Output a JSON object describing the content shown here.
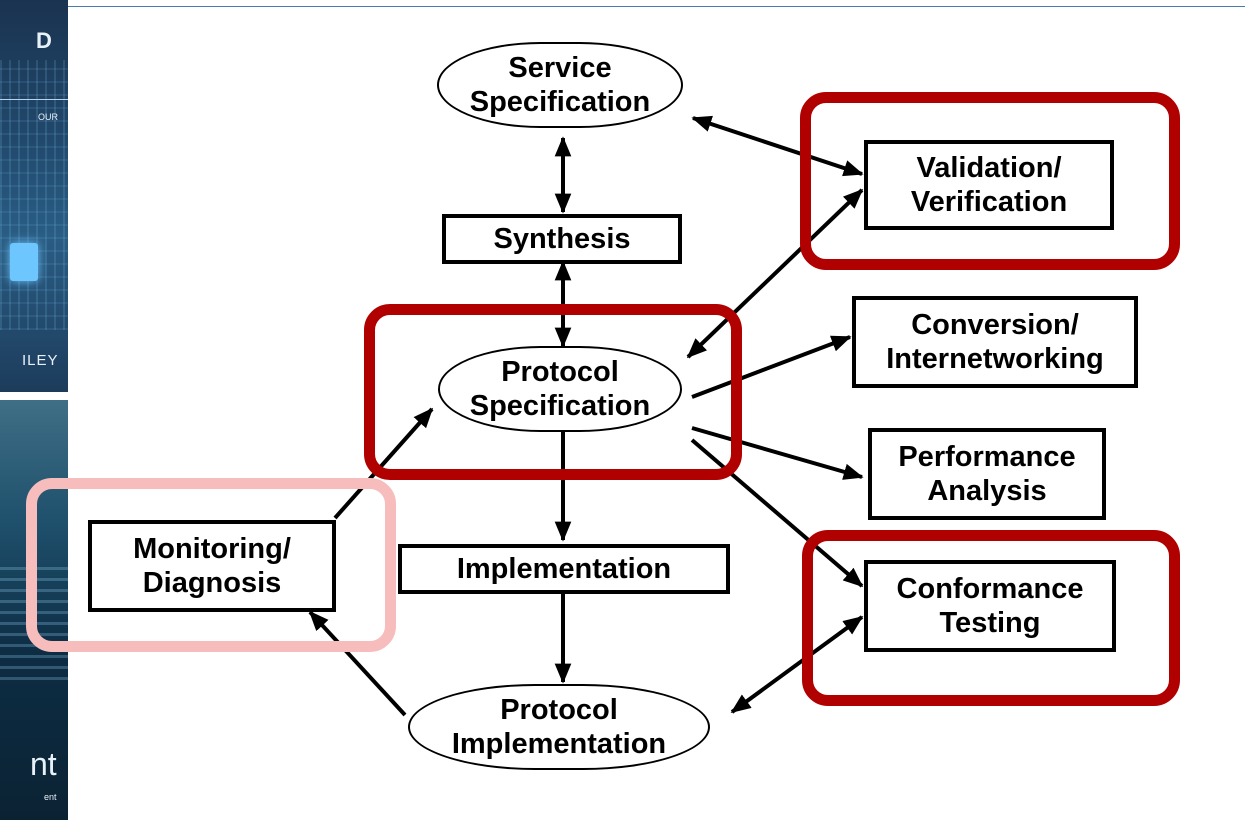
{
  "cover": {
    "top_letter": "D",
    "top_caption": "OUR",
    "publisher": "ILEY",
    "bottom_big": "nt",
    "bottom_small": "ent"
  },
  "diagram": {
    "nodes": {
      "service_specification": "Service\nSpecification",
      "synthesis": "Synthesis",
      "protocol_specification": "Protocol\nSpecification",
      "implementation": "Implementation",
      "protocol_implementation": "Protocol\nImplementation",
      "monitoring_diagnosis": "Monitoring/\nDiagnosis",
      "validation_verification": "Validation/\nVerification",
      "conversion_internetworking": "Conversion/\nInternetworking",
      "performance_analysis": "Performance\nAnalysis",
      "conformance_testing": "Conformance\nTesting"
    },
    "highlight_color": "#b00000",
    "highlight_secondary_color": "#f7bcbc"
  }
}
